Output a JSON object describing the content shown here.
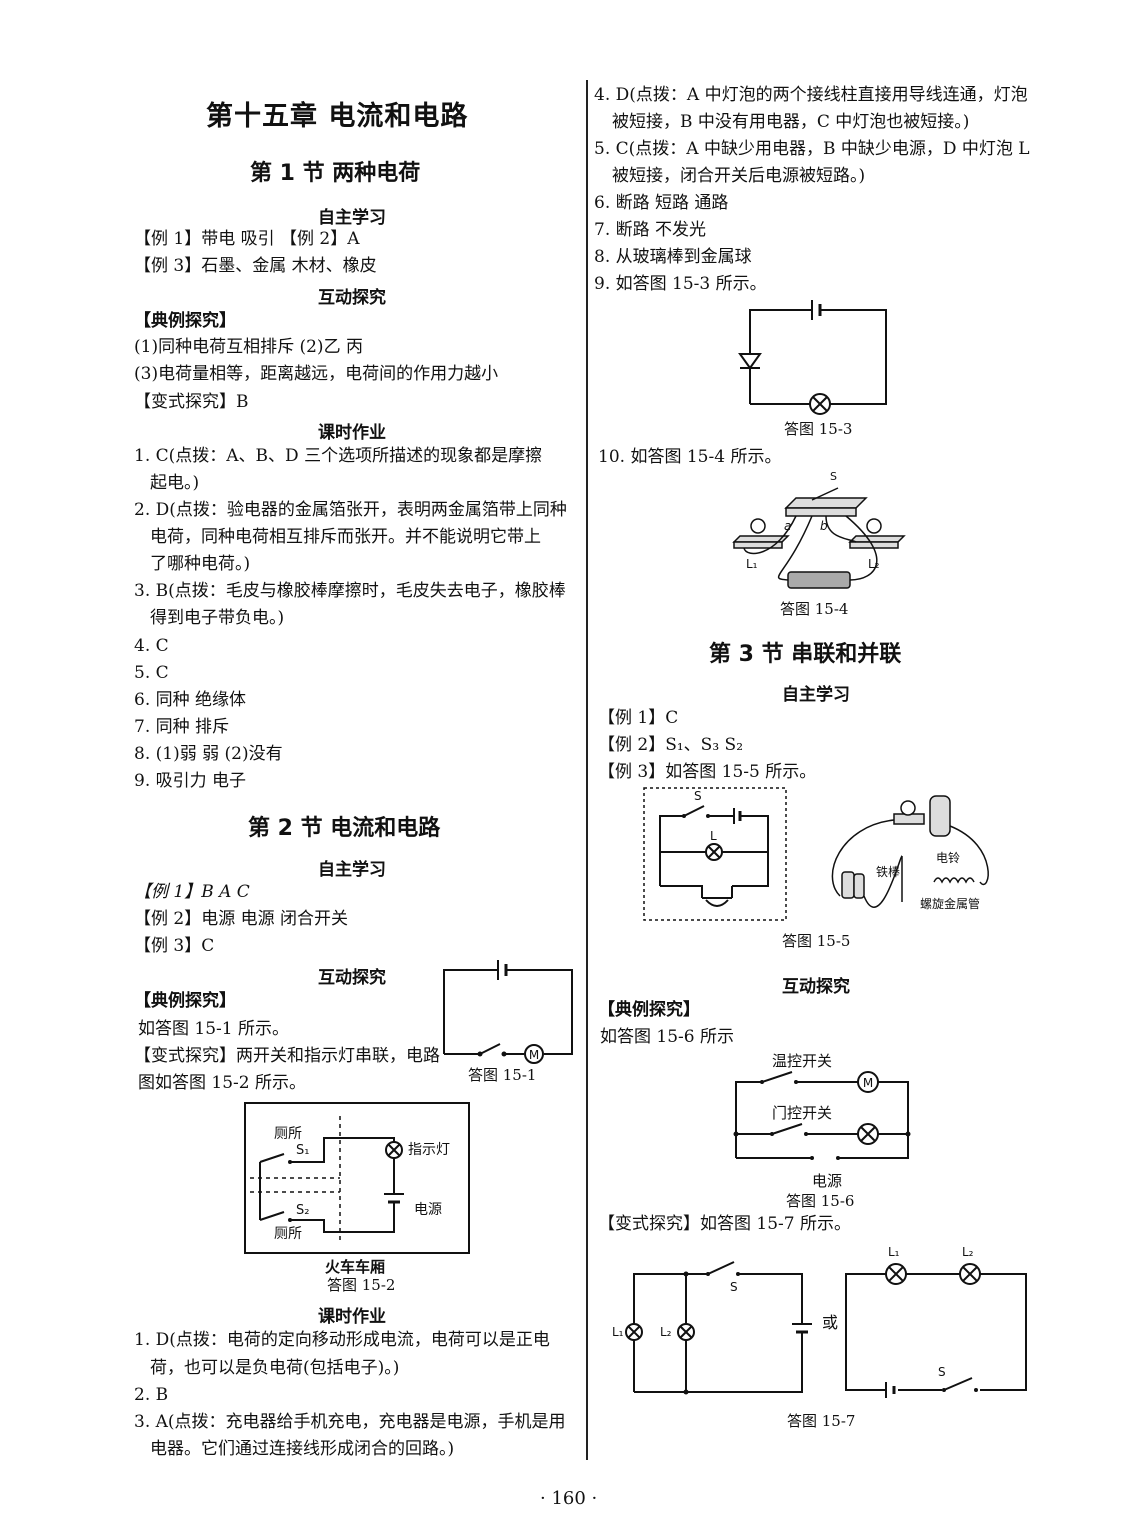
{
  "chapter": "第十五章   电流和电路",
  "sec1": {
    "title": "第 1 节   两种电荷",
    "zizhu": "自主学习",
    "ex1": "【例 1】带电  吸引  【例 2】A",
    "ex3": "【例 3】石墨、金属  木材、橡皮",
    "hudong": "互动探究",
    "dianli": "【典例探究】",
    "d1": "(1)同种电荷互相排斥  (2)乙  丙",
    "d3": "(3)电荷量相等，距离越远，电荷间的作用力越小",
    "bianshi": "【变式探究】B",
    "keshi": "课时作业",
    "q1a": "1. C(点拨：A、B、D 三个选项所描述的现象都是摩擦",
    "q1b": "起电。)",
    "q2a": "2. D(点拨：验电器的金属箔张开，表明两金属箔带上同种",
    "q2b": "电荷，同种电荷相互排斥而张开。并不能说明它带上",
    "q2c": "了哪种电荷。)",
    "q3a": "3. B(点拨：毛皮与橡胶棒摩擦时，毛皮失去电子，橡胶棒",
    "q3b": "得到电子带负电。)",
    "q4": "4. C",
    "q5": "5. C",
    "q6": "6. 同种  绝缘体",
    "q7": "7. 同种  排斥",
    "q8": "8. (1)弱  弱  (2)没有",
    "q9": "9. 吸引力  电子"
  },
  "sec2": {
    "title": "第 2 节   电流和电路",
    "zizhu": "自主学习",
    "ex1": "【例 1】B  A  C",
    "ex2": "【例 2】电源  电源  闭合开关",
    "ex3": "【例 3】C",
    "hudong": "互动探究",
    "dianli": "【典例探究】",
    "d1": "如答图 15-1 所示。",
    "bs1": "【变式探究】两开关和指示灯串联，电路",
    "bs2": "图如答图 15-2 所示。",
    "fig1": "答图 15-1",
    "fig2_labels": {
      "toilet1": "厕所",
      "s1": "S₁",
      "lamp": "指示灯",
      "power": "电源",
      "s2": "S₂",
      "toilet2": "厕所",
      "car": "火车车厢"
    },
    "fig2": "答图 15-2",
    "keshi": "课时作业",
    "q1a": "1. D(点拨：电荷的定向移动形成电流，电荷可以是正电",
    "q1b": "荷，也可以是负电荷(包括电子)。)",
    "q2": "2. B",
    "q3a": "3. A(点拨：充电器给手机充电，充电器是电源，手机是用",
    "q3b": "电器。它们通过连接线形成闭合的回路。)",
    "q4a": "4. D(点拨：A 中灯泡的两个接线柱直接用导线连通，灯泡",
    "q4b": "被短接，B 中没有用电器，C 中灯泡也被短接。)",
    "q5a": "5. C(点拨：A 中缺少用电器，B 中缺少电源，D 中灯泡 L",
    "q5b": "被短接，闭合开关后电源被短路。)",
    "q6": "6. 断路  短路  通路",
    "q7": "7. 断路  不发光",
    "q8": "8. 从玻璃棒到金属球",
    "q9": "9. 如答图 15-3 所示。",
    "fig3": "答图 15-3",
    "q10": "10. 如答图 15-4 所示。",
    "fig4_labels": {
      "s": "S",
      "a": "a",
      "b": "b",
      "l1": "L₁",
      "l2": "L₂"
    },
    "fig4": "答图 15-4"
  },
  "sec3": {
    "title": "第 3 节   串联和并联",
    "zizhu": "自主学习",
    "ex1": "【例 1】C",
    "ex2": "【例 2】S₁、S₃  S₂",
    "ex3": "【例 3】如答图 15-5 所示。",
    "fig5_labels": {
      "s": "S",
      "l": "L",
      "bar": "铁棒",
      "bell": "电铃",
      "tube": "螺旋金属管"
    },
    "fig5": "答图 15-5",
    "hudong": "互动探究",
    "dianli": "【典例探究】",
    "d1": "如答图 15-6 所示",
    "fig6_labels": {
      "temp": "温控开关",
      "door": "门控开关",
      "power": "电源"
    },
    "fig6": "答图 15-6",
    "bs": "【变式探究】如答图 15-7 所示。",
    "fig7_labels": {
      "s": "S",
      "l1": "L₁",
      "l2": "L₂",
      "or": "或"
    },
    "fig7": "答图 15-7"
  },
  "page_number": "· 160 ·"
}
